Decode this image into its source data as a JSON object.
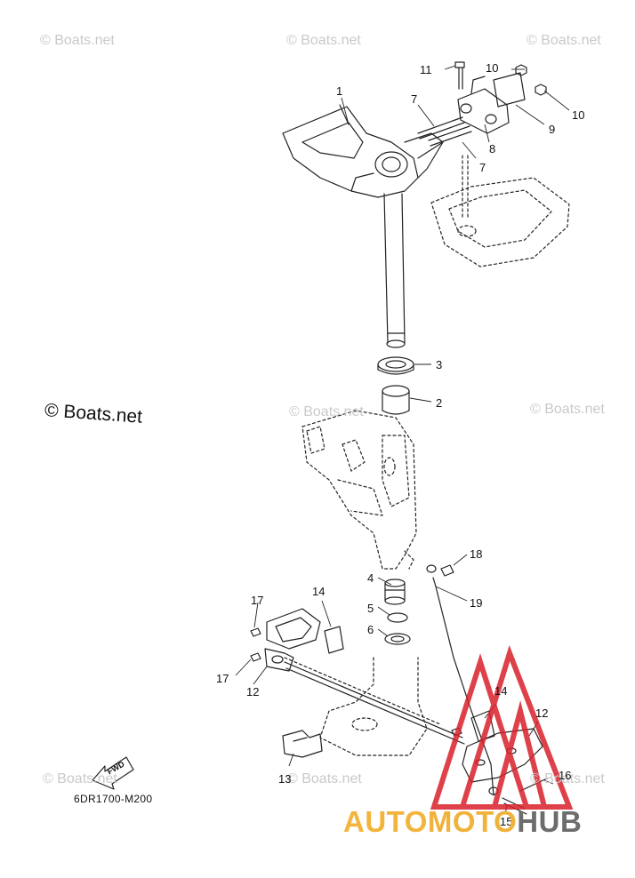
{
  "diagram_code": "6DR1700-M200",
  "watermark_text": "© Boats.net",
  "fwd_label": "FWD",
  "brand": {
    "part1": "AUTO",
    "part2": "MOTO",
    "part3": "HUB"
  },
  "callouts": {
    "c1": "1",
    "c2": "2",
    "c3": "3",
    "c4": "4",
    "c5": "5",
    "c6": "6",
    "c7a": "7",
    "c7b": "7",
    "c8": "8",
    "c9": "9",
    "c10a": "10",
    "c10b": "10",
    "c11": "11",
    "c12a": "12",
    "c12b": "12",
    "c13": "13",
    "c14a": "14",
    "c14b": "14",
    "c15": "15",
    "c16": "16",
    "c17a": "17",
    "c17b": "17",
    "c18": "18",
    "c19": "19"
  },
  "colors": {
    "line": "#222222",
    "watermark": "#c9c9c9",
    "logo_red": "#d9202a",
    "logo_yellow": "#f2b43b",
    "logo_grey": "#6d6d6d"
  }
}
